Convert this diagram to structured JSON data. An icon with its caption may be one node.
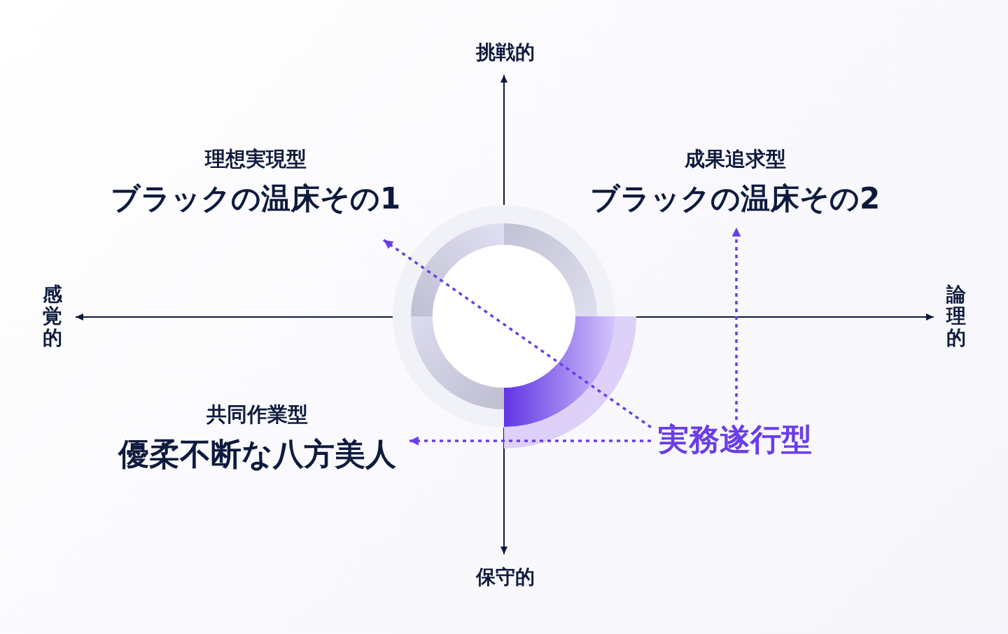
{
  "diagram": {
    "nodes": [
      {
        "text": [
          "理想実現型",
          "ブラックの温床その1"
        ]
      },
      {
        "text": [
          "成果追求型",
          "ブラックの温床その2"
        ]
      },
      {
        "text": [
          "共同作業型",
          "優柔不断な八方美人"
        ]
      },
      {
        "text": [
          "実務遂行型"
        ]
      }
    ],
    "edges": [
      {
        "from": 3,
        "to": 0,
        "arrow": "to",
        "style": "dashed"
      },
      {
        "from": 3,
        "to": 1,
        "arrow": "to",
        "style": "dashed"
      },
      {
        "from": 3,
        "to": 2,
        "arrow": "to",
        "style": "dashed"
      }
    ],
    "labels": [
      "挑戦的",
      "感覚的",
      "論理的",
      "保守的"
    ]
  }
}
